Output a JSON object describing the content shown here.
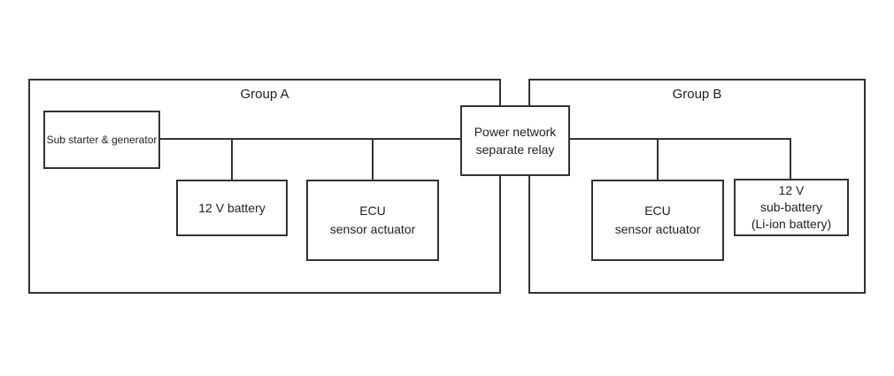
{
  "diagram": {
    "groups": {
      "a": {
        "label": "Group A"
      },
      "b": {
        "label": "Group B"
      }
    },
    "nodes": {
      "sub_starter": {
        "label": "Sub starter & generator"
      },
      "battery_a": {
        "label": "12 V battery"
      },
      "ecu_a": {
        "lines": [
          "ECU",
          "sensor actuator"
        ]
      },
      "relay": {
        "lines": [
          "Power network",
          "separate relay"
        ]
      },
      "ecu_b": {
        "lines": [
          "ECU",
          "sensor actuator"
        ]
      },
      "sub_battery_b": {
        "lines": [
          "12 V",
          "sub-battery",
          "(Li-ion battery)"
        ]
      }
    },
    "colors": {
      "line": "#333333",
      "text": "#1f1f1f",
      "background": "#ffffff"
    }
  }
}
